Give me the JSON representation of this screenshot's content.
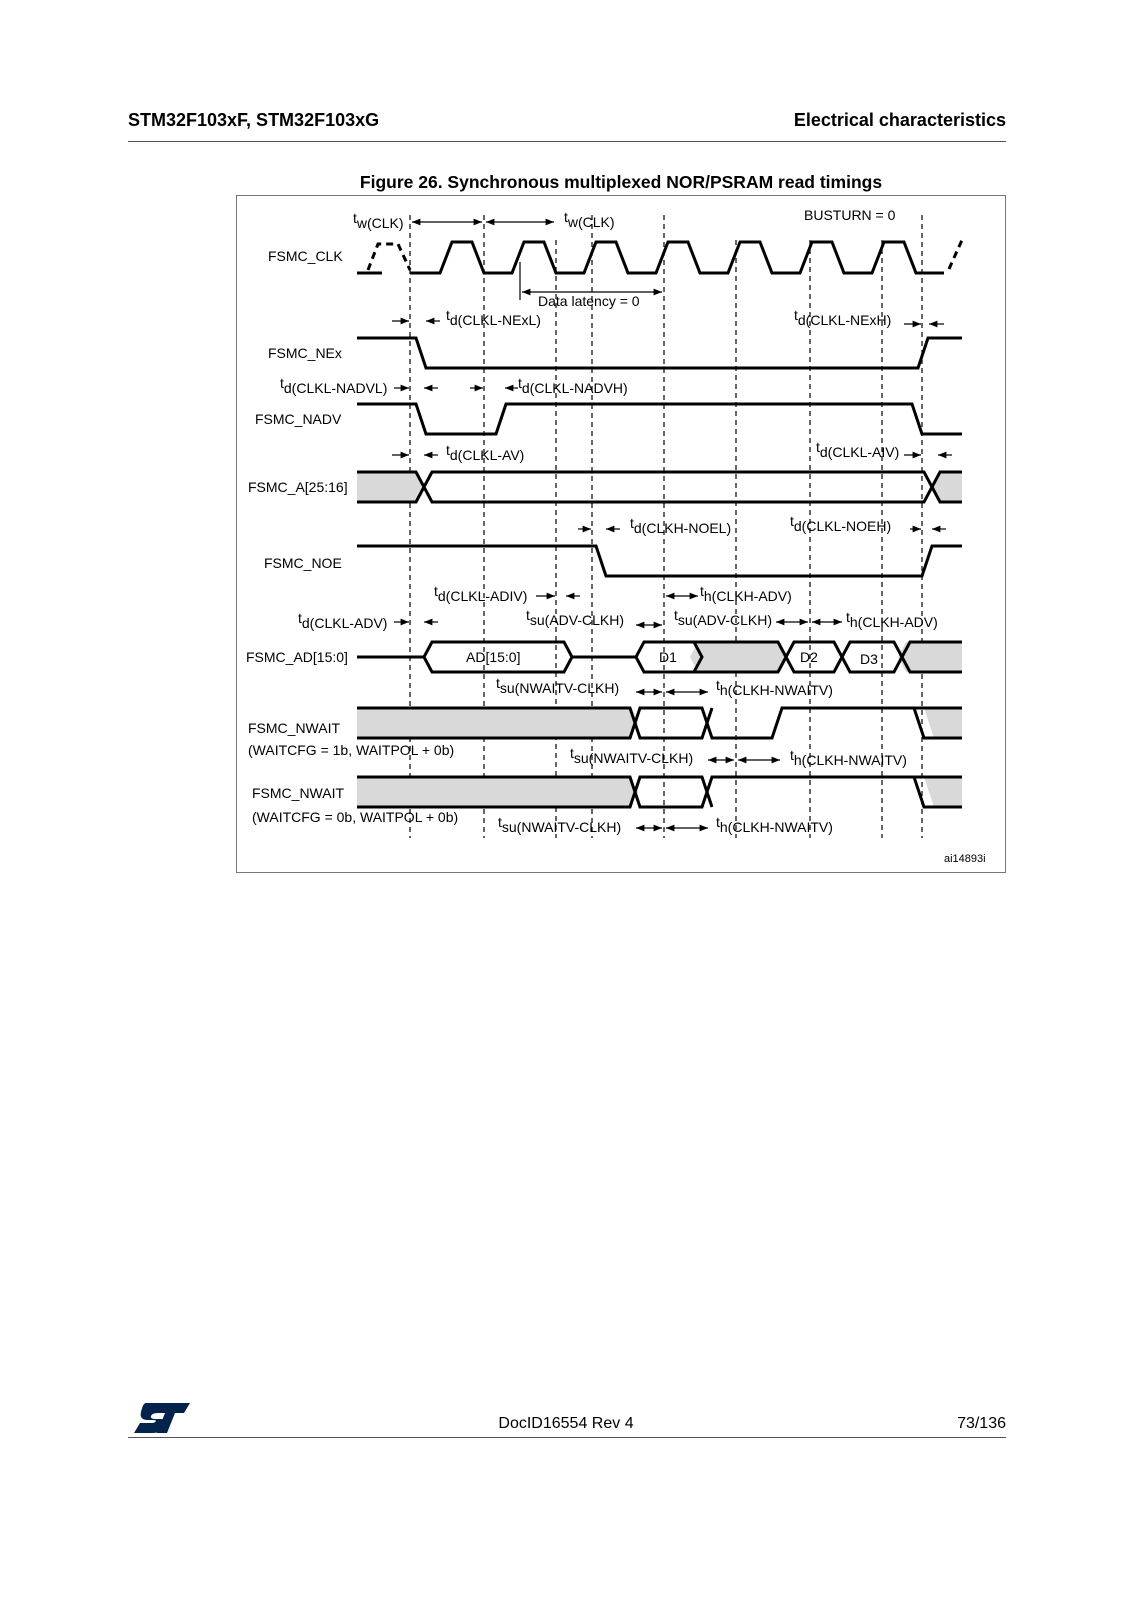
{
  "header": {
    "left": "STM32F103xF, STM32F103xG",
    "right": "Electrical characteristics"
  },
  "figure": {
    "title": "Figure 26. Synchronous multiplexed NOR/PSRAM read timings",
    "id_label": "ai14893i",
    "busturn": "BUSTURN = 0",
    "data_latency": "Data latency = 0"
  },
  "signals": {
    "clk": "FSMC_CLK",
    "nex": "FSMC_NEx",
    "nadv": "FSMC_NADV",
    "addr": "FSMC_A[25:16]",
    "noe": "FSMC_NOE",
    "ad": "FSMC_AD[15:0]",
    "nwait1": "FSMC_NWAIT",
    "nwait1_cfg": "(WAITCFG = 1b, WAITPOL + 0b)",
    "nwait2": "FSMC_NWAIT",
    "nwait2_cfg": "(WAITCFG = 0b, WAITPOL + 0b)"
  },
  "bus_labels": {
    "ad_addr": "AD[15:0]",
    "d1": "D1",
    "d2": "D2",
    "d3": "D3"
  },
  "timing_labels": {
    "tw_clk_1": {
      "t": "t",
      "sub": "w(CLK)"
    },
    "tw_clk_2": {
      "t": "t",
      "sub": "w(CLK)"
    },
    "td_clkl_nexl": {
      "t": "t",
      "sub": "d(CLKL-NExL)"
    },
    "td_clkl_nexh": {
      "t": "t",
      "sub": "d(CLKL-NExH)"
    },
    "td_clkl_nadvl": {
      "t": "t",
      "sub": "d(CLKL-NADVL)"
    },
    "td_clkl_nadvh": {
      "t": "t",
      "sub": "d(CLKL-NADVH)"
    },
    "td_clkl_av": {
      "t": "t",
      "sub": "d(CLKL-AV)"
    },
    "td_clkl_aiv": {
      "t": "t",
      "sub": "d(CLKL-AIV)"
    },
    "td_clkh_noel": {
      "t": "t",
      "sub": "d(CLKH-NOEL)"
    },
    "td_clkl_noeh": {
      "t": "t",
      "sub": "d(CLKL-NOEH)"
    },
    "td_clkl_adiv": {
      "t": "t",
      "sub": "d(CLKL-ADIV)"
    },
    "th_clkh_adv_1": {
      "t": "t",
      "sub": "h(CLKH-ADV)"
    },
    "td_clkl_adv": {
      "t": "t",
      "sub": "d(CLKL-ADV)"
    },
    "tsu_adv_clkh_1": {
      "t": "t",
      "sub": "su(ADV-CLKH)"
    },
    "tsu_adv_clkh_2": {
      "t": "t",
      "sub": "su(ADV-CLKH)"
    },
    "th_clkh_adv_2": {
      "t": "t",
      "sub": "h(CLKH-ADV)"
    },
    "tsu_nwaitv_clkh_1": {
      "t": "t",
      "sub": "su(NWAITV-CLKH)"
    },
    "th_clkh_nwaitv_1": {
      "t": "t",
      "sub": "h(CLKH-NWAITV)"
    },
    "tsu_nwaitv_clkh_2": {
      "t": "t",
      "sub": "su(NWAITV-CLKH)"
    },
    "th_clkh_nwaitv_2": {
      "t": "t",
      "sub": "h(CLKH-NWAITV)"
    },
    "tsu_nwaitv_clkh_3": {
      "t": "t",
      "sub": "su(NWAITV-CLKH)"
    },
    "th_clkh_nwaitv_3": {
      "t": "t",
      "sub": "h(CLKH-NWAITV)"
    }
  },
  "footer": {
    "doc": "DocID16554 Rev 4",
    "page": "73/136"
  },
  "colors": {
    "hatch": "#d9d9d9",
    "logo": "#03234b"
  }
}
